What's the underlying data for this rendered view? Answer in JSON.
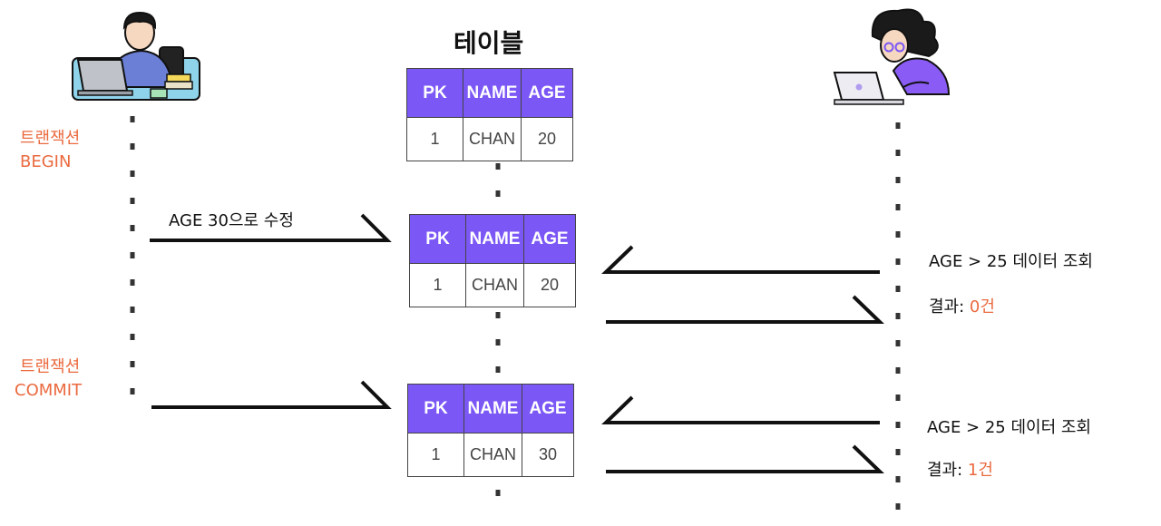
{
  "diagram": {
    "title": "테이블",
    "left_side": {
      "begin_label": [
        "트랜잭션",
        "BEGIN"
      ],
      "commit_label": [
        "트랜잭션",
        "COMMIT"
      ],
      "update_message": "AGE 30으로 수정"
    },
    "table_header": [
      "PK",
      "NAME",
      "AGE"
    ],
    "tables": [
      {
        "row": [
          "1",
          "CHAN",
          "20"
        ]
      },
      {
        "row": [
          "1",
          "CHAN",
          "20"
        ]
      },
      {
        "row": [
          "1",
          "CHAN",
          "30"
        ]
      }
    ],
    "right_side": {
      "queries": [
        {
          "query": "AGE > 25 데이터 조회",
          "result_prefix": "결과:",
          "result_count": "0건"
        },
        {
          "query": "AGE > 25 데이터 조회",
          "result_prefix": "결과:",
          "result_count": "1건"
        }
      ]
    },
    "colors": {
      "header_purple": "#7b57f5",
      "accent_orange": "#ea6a3f",
      "line": "#111111"
    },
    "icons": [
      "left-user-at-laptop-icon",
      "right-user-at-laptop-icon"
    ]
  }
}
